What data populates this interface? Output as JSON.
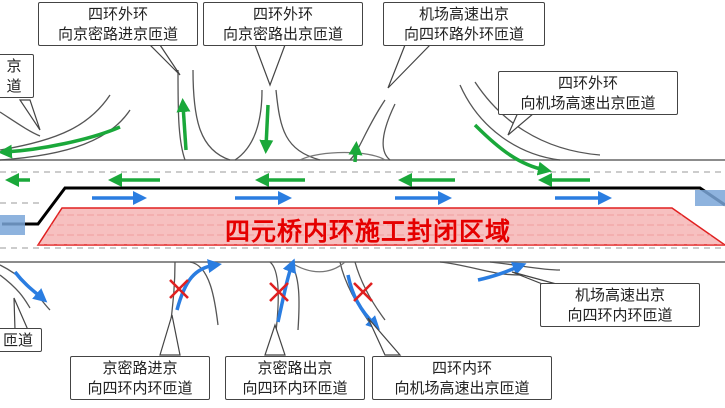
{
  "title": "四元桥内环施工封闭区域",
  "colors": {
    "closure_fill": "#f7c0c0",
    "closure_stroke": "#e02020",
    "title_text": "#e50000",
    "outer_ring_arrow": "#1aa83a",
    "inner_ring_arrow": "#2a7de1",
    "closed_mark": "#e02020",
    "road_edge": "#555555",
    "barrier": "#000000",
    "blue_panel": "#7aa6d8"
  },
  "callouts": [
    {
      "id": "c1",
      "line1": "四环外环",
      "line2": "向京密路进京匝道"
    },
    {
      "id": "c2",
      "line1": "四环外环",
      "line2": "向京密路出京匝道"
    },
    {
      "id": "c3",
      "line1": "机场高速出京",
      "line2": "向四环路外环匝道"
    },
    {
      "id": "c4",
      "line1": "四环外环",
      "line2": "向机场高速出京匝道"
    },
    {
      "id": "c5",
      "line1": "机场高速出京",
      "line2": "向四环内环匝道"
    },
    {
      "id": "c6",
      "line1": "京密路进京",
      "line2": "向四环内环匝道"
    },
    {
      "id": "c7",
      "line1": "京密路出京",
      "line2": "向四环内环匝道"
    },
    {
      "id": "c8",
      "line1": "四环内环",
      "line2": "向机场高速出京匝道"
    },
    {
      "id": "c9",
      "line1": "京",
      "line2": "道"
    },
    {
      "id": "c10",
      "line1": "",
      "line2": "匝道"
    }
  ],
  "legend": {
    "outer_ring_direction": "left",
    "inner_ring_direction": "right",
    "closed_ramps": [
      "京密路进京向四环内环匝道",
      "京密路出京向四环内环匝道",
      "四环内环向机场高速出京匝道"
    ]
  }
}
